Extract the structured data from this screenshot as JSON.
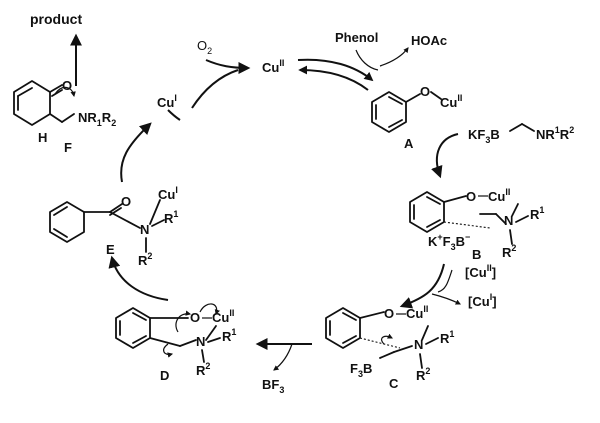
{
  "top": {
    "product": "product",
    "o2": "O",
    "o2_sub": "2",
    "cu_ii": "Cu",
    "cu_ii_sup": "II",
    "phenol": "Phenol",
    "hoac": "HOAc"
  },
  "F": {
    "label": "F",
    "o": "O",
    "h": "H",
    "n": "NR",
    "n_sub1": "1",
    "n_r2": "R",
    "n_sub2": "2"
  },
  "cu_i_left": {
    "text": "Cu",
    "sup": "I"
  },
  "A": {
    "label": "A",
    "o": "O",
    "cu": "Cu",
    "cu_sup": "II"
  },
  "reagent": {
    "kf": "KF",
    "kf_sub": "3",
    "b": "B",
    "nr": "NR",
    "sup1": "1",
    "r": "R",
    "sup2": "2"
  },
  "E": {
    "label": "E",
    "o": "O",
    "n": "N",
    "cu": "Cu",
    "cu_sup": "I",
    "r1": "R",
    "r1_sup": "1",
    "r2": "R",
    "r2_sup": "2"
  },
  "B": {
    "label": "B",
    "o": "O",
    "cu": "Cu",
    "cu_sup": "II",
    "n": "N",
    "r1": "R",
    "r1_sup": "1",
    "r2": "R",
    "r2_sup": "2",
    "k": "K",
    "k_sup": "+",
    "f": "F",
    "f_sub": "3",
    "b": "B",
    "b_sup": "−"
  },
  "cu_pair": {
    "cu2": "Cu",
    "cu2_sup": "II",
    "cu1": "Cu",
    "cu1_sup": "I"
  },
  "D": {
    "label": "D",
    "o": "O",
    "cu": "Cu",
    "cu_sup": "II",
    "n": "N",
    "r1": "R",
    "r1_sup": "1",
    "r2": "R",
    "r2_sup": "2"
  },
  "bf3": {
    "text": "BF",
    "sub": "3"
  },
  "C": {
    "label": "C",
    "o": "O",
    "cu": "Cu",
    "cu_sup": "II",
    "n": "N",
    "r1": "R",
    "r1_sup": "1",
    "r2": "R",
    "r2_sup": "2",
    "f": "F",
    "f_sub": "3",
    "b": "B"
  }
}
